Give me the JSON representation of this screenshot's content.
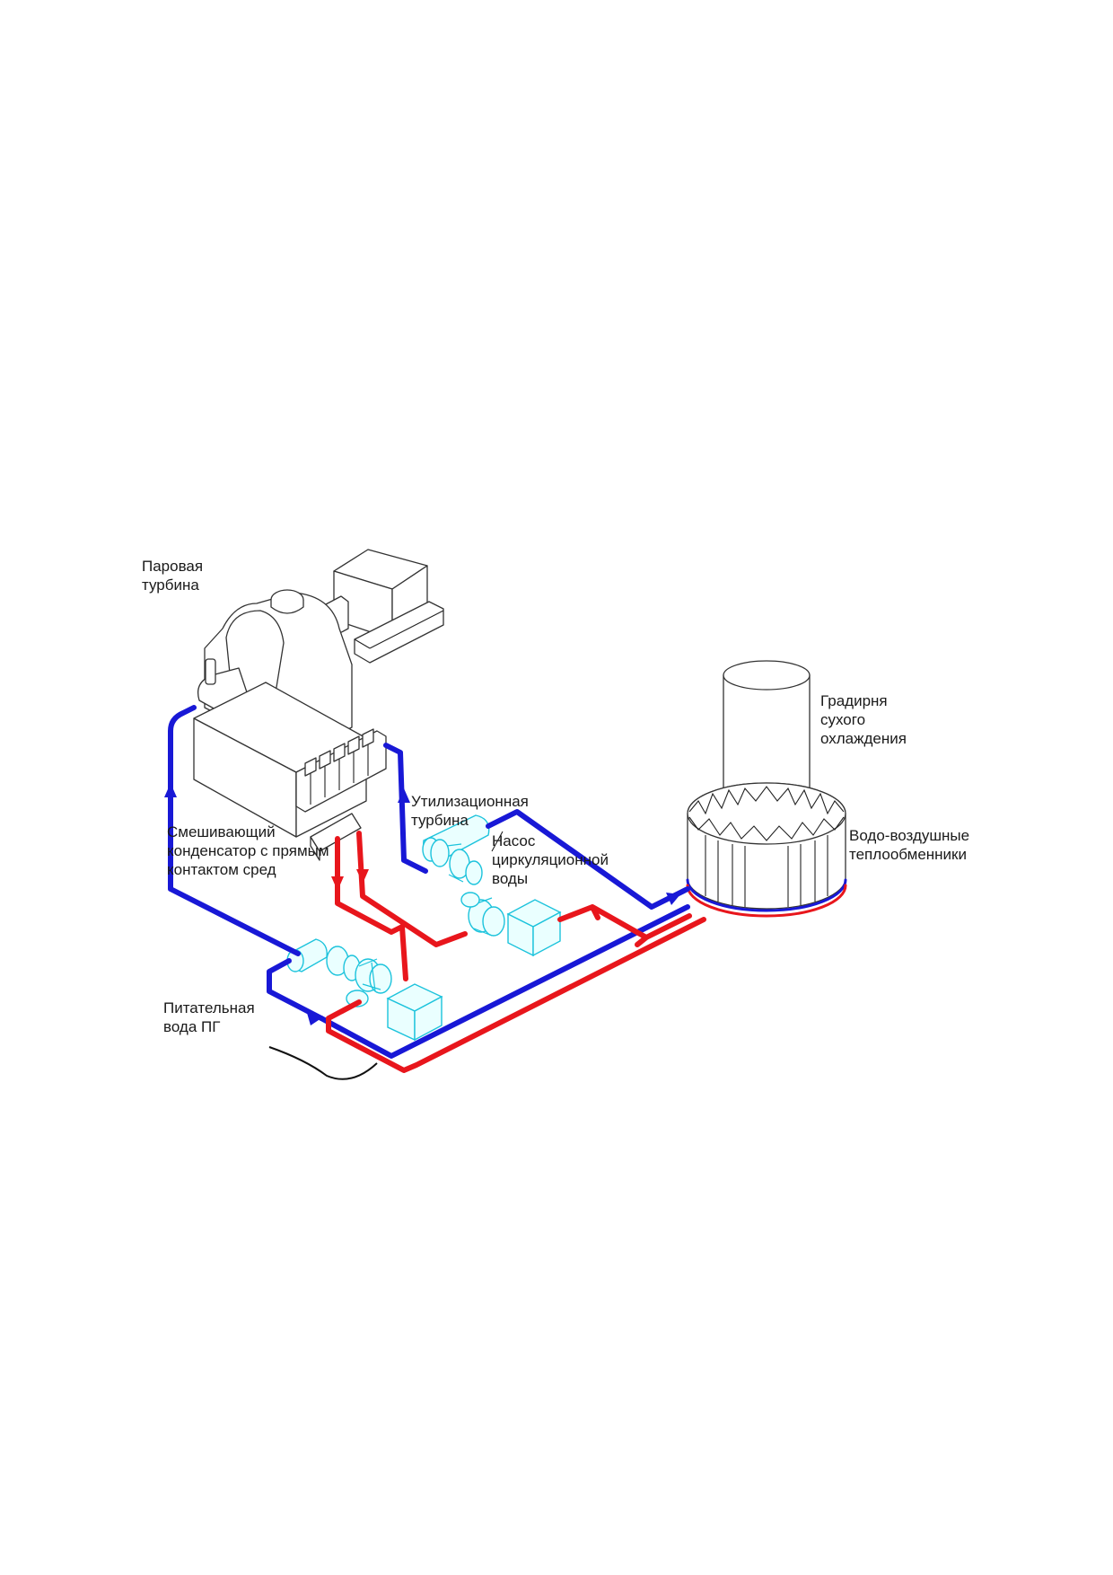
{
  "labels": {
    "steam_turbine": [
      "Паровая",
      "турбина"
    ],
    "mixing_condenser": [
      "Смешивающий",
      "конденсатор с прямым",
      "контактом сред"
    ],
    "recovery_turbine": [
      "Утилизационная",
      "турбина"
    ],
    "circulation_pump": [
      "Насос",
      "циркуляционной",
      "воды"
    ],
    "feed_water": [
      "Питательная",
      "вода ПГ"
    ],
    "dry_cooling_tower": [
      "Градирня",
      "сухого",
      "охлаждения"
    ],
    "heat_exchangers": [
      "Водо-воздушные",
      "теплообменники"
    ]
  },
  "colors": {
    "cold_water": "#1818d6",
    "hot_water": "#e8161c",
    "equipment_outline": "#333333",
    "pump_outline": "#1cc3dc",
    "text": "#1a1a1a"
  }
}
